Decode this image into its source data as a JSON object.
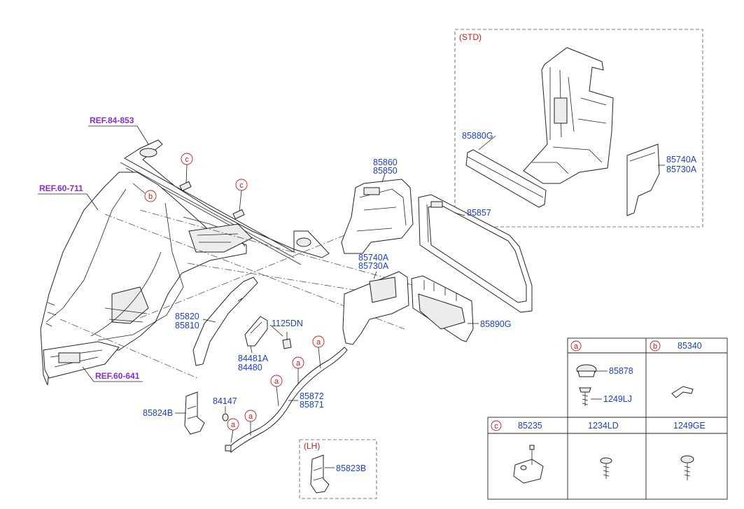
{
  "references": {
    "ref_84_853": "REF.84-853",
    "ref_60_711": "REF.60-711",
    "ref_60_641": "REF.60-641"
  },
  "group_labels": {
    "std": "(STD)",
    "lh": "(LH)"
  },
  "parts": {
    "p85880G": "85880G",
    "p85740A_top": "85740A",
    "p85730A_top": "85730A",
    "p85860": "85860",
    "p85850": "85850",
    "p85857": "85857",
    "p85740A": "85740A",
    "p85730A": "85730A",
    "p85890G": "85890G",
    "p85820": "85820",
    "p85810": "85810",
    "p1125DN": "1125DN",
    "p84481A": "84481A",
    "p84480": "84480",
    "p84147": "84147",
    "p85824B": "85824B",
    "p85872": "85872",
    "p85871": "85871",
    "p85823B": "85823B"
  },
  "callouts": {
    "a": "a",
    "b": "b",
    "c": "c"
  },
  "legend": {
    "a_parts": {
      "p1": "85878",
      "p2": "1249LJ"
    },
    "b_header": "85340",
    "c_header": "85235",
    "col2_header": "1234LD",
    "col3_header": "1249GE"
  }
}
